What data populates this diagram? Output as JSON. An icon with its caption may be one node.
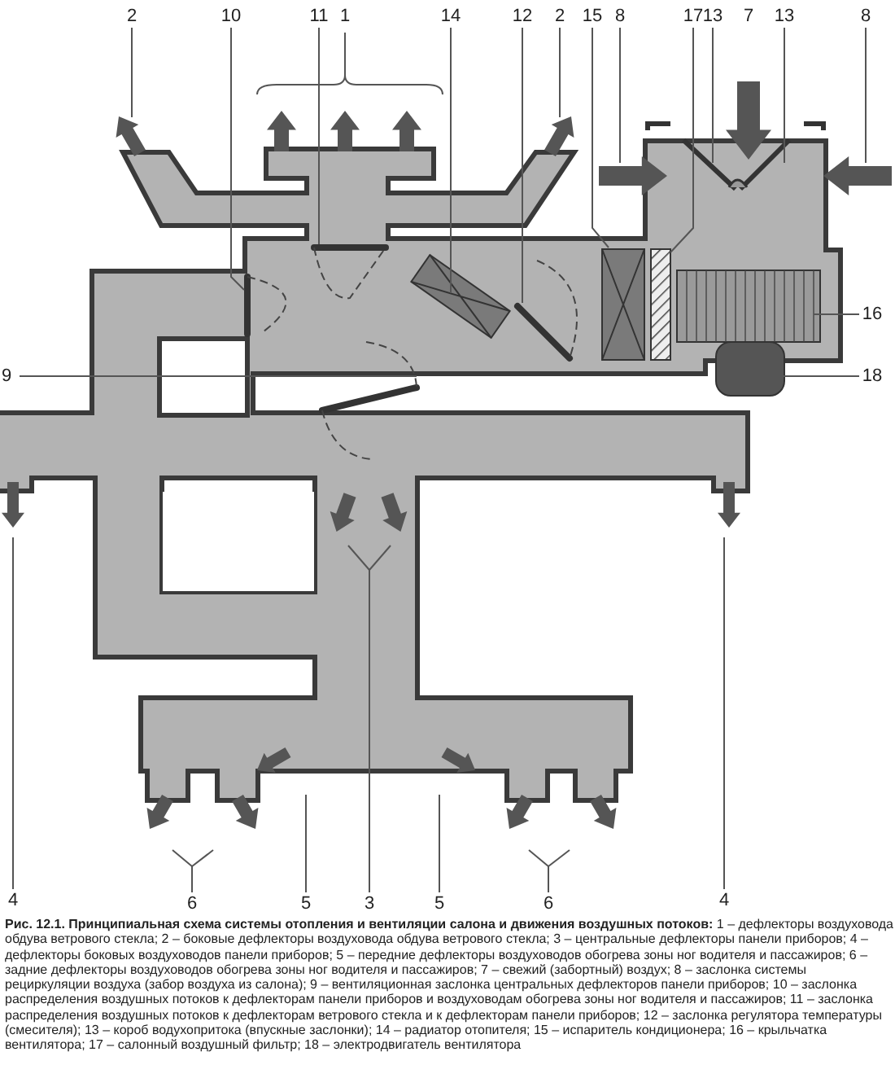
{
  "diagram": {
    "caption": "**Рис. 12.1. Принципиальная схема системы отопления и вентиляции салона и движения воздушных потоков:** 1 – дефлекторы воздуховода обдува ветрового стекла; 2 – боковые дефлекторы воздуховода обдува ветрового стекла; 3 – центральные дефлекторы панели приборов; 4 – дефлекторы боковых воздуховодов панели приборов; 5 – передние дефлекторы воздуховодов обогрева зоны ног водителя и пассажиров; 6 – задние дефлекторы воздуховодов обогрева зоны ног водителя и пассажиров; 7 – свежий (забортный) воздух; 8 – заслонка системы рециркуляции воздуха (забор воздуха из салона); 9 – вентиляционная заслонка центральных дефлекторов панели приборов; 10 – заслонка распределения воздушных потоков к дефлекторам панели приборов и воздуховодам обогрева зоны ног водителя и пассажиров; 11 – заслонка распределения воздушных потоков к дефлекторам ветрового стекла и к дефлекторам панели приборов; 12 – заслонка регулятора температуры (смесителя); 13 – короб водухопритока (впускные заслонки); 14 – радиатор отопителя; 15 – испаритель кондиционера; 16 – крыльчатка вентилятора; 17 – салонный воздушный фильтр; 18 – электродвигатель вентилятора",
    "nodes": [
      {
        "text": [
          "2"
        ]
      },
      {
        "text": [
          "10"
        ]
      },
      {
        "text": [
          "11"
        ]
      },
      {
        "text": [
          "14"
        ]
      },
      {
        "text": [
          "12"
        ]
      },
      {
        "text": [
          "2"
        ]
      },
      {
        "text": [
          "15"
        ]
      },
      {
        "text": [
          "8"
        ]
      },
      {
        "text": [
          "17"
        ]
      },
      {
        "text": [
          "13"
        ]
      },
      {
        "text": [
          "13"
        ]
      },
      {
        "text": [
          "8"
        ]
      },
      {
        "text": [
          "16"
        ]
      },
      {
        "text": [
          "9"
        ]
      },
      {
        "text": [
          "18"
        ]
      },
      {
        "text": [
          "4"
        ]
      },
      {
        "text": [
          "6"
        ]
      },
      {
        "text": [
          "5"
        ]
      },
      {
        "text": [
          "3"
        ]
      },
      {
        "text": [
          "5"
        ]
      },
      {
        "text": [
          "6"
        ]
      },
      {
        "text": [
          "4"
        ]
      }
    ],
    "edges": [
      {
        "from": 0,
        "to": null,
        "arrow": "none"
      },
      {
        "from": 1,
        "to": null,
        "arrow": "none"
      },
      {
        "from": 2,
        "to": null,
        "arrow": "none"
      },
      {
        "from": 3,
        "to": null,
        "arrow": "none"
      },
      {
        "from": 4,
        "to": null,
        "arrow": "none"
      },
      {
        "from": 5,
        "to": null,
        "arrow": "none"
      },
      {
        "from": 6,
        "to": null,
        "arrow": "none"
      },
      {
        "from": 7,
        "to": null,
        "arrow": "none"
      },
      {
        "from": 8,
        "to": null,
        "arrow": "none"
      },
      {
        "from": 9,
        "to": null,
        "arrow": "none"
      },
      {
        "from": 10,
        "to": null,
        "arrow": "none"
      },
      {
        "from": 11,
        "to": null,
        "arrow": "none"
      },
      {
        "from": 12,
        "to": null,
        "arrow": "none"
      },
      {
        "from": 13,
        "to": null,
        "arrow": "none"
      },
      {
        "from": 14,
        "to": null,
        "arrow": "none"
      },
      {
        "from": 15,
        "to": null,
        "arrow": "none"
      },
      {
        "from": 16,
        "to": null,
        "arrow": "none"
      },
      {
        "from": 16,
        "to": null,
        "arrow": "none"
      },
      {
        "from": 17,
        "to": null,
        "arrow": "none"
      },
      {
        "from": 18,
        "to": null,
        "arrow": "none"
      },
      {
        "from": 18,
        "to": null,
        "arrow": "none"
      },
      {
        "from": 19,
        "to": null,
        "arrow": "none"
      },
      {
        "from": 20,
        "to": null,
        "arrow": "none"
      },
      {
        "from": 20,
        "to": null,
        "arrow": "none"
      },
      {
        "from": 21,
        "to": null,
        "arrow": "none"
      }
    ],
    "labels": [
      "1",
      "7"
    ]
  }
}
